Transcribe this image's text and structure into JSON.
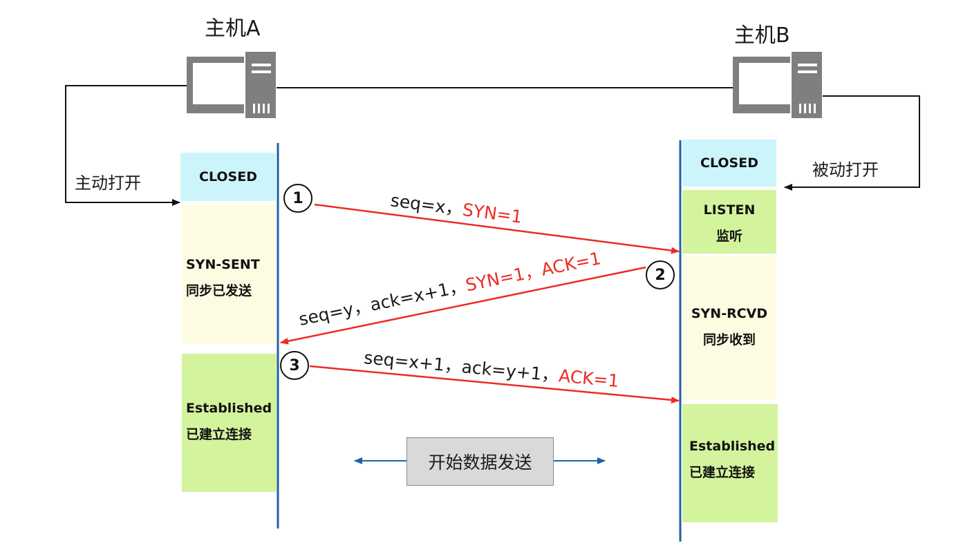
{
  "hosts": {
    "a": {
      "title": "主机A",
      "open_label": "主动打开"
    },
    "b": {
      "title": "主机B",
      "open_label": "被动打开"
    }
  },
  "states_a": [
    {
      "name": "closed",
      "lines": [
        "CLOSED"
      ],
      "color": "#ccf5fb"
    },
    {
      "name": "syn-sent",
      "lines": [
        "SYN-SENT",
        "同步已发送"
      ],
      "color": "#fdfbe2"
    },
    {
      "name": "established",
      "lines": [
        "Established",
        "已建立连接"
      ],
      "color": "#d3f49d"
    }
  ],
  "states_b": [
    {
      "name": "closed",
      "lines": [
        "CLOSED"
      ],
      "color": "#ccf5fb"
    },
    {
      "name": "listen",
      "lines": [
        "LISTEN",
        "监听"
      ],
      "color": "#d3f49d"
    },
    {
      "name": "syn-rcvd",
      "lines": [
        "SYN-RCVD",
        "同步收到"
      ],
      "color": "#fdfbe2"
    },
    {
      "name": "established",
      "lines": [
        "Established",
        "已建立连接"
      ],
      "color": "#d3f49d"
    }
  ],
  "messages": [
    {
      "step": "1",
      "text_black": "seq=x，",
      "text_red": "SYN=1"
    },
    {
      "step": "2",
      "text_black": "seq=y，ack=x+1，",
      "text_red": "SYN=1，ACK=1"
    },
    {
      "step": "3",
      "text_black": "seq=x+1，ack=y+1，",
      "text_red": "ACK=1"
    }
  ],
  "data_transfer": {
    "label": "开始数据发送"
  },
  "colors": {
    "arrow_red": "#ee2a24",
    "timeline_blue": "#1f5fa8",
    "data_arrow_blue": "#1f5fa8",
    "computer_gray": "#7f7f7f"
  }
}
